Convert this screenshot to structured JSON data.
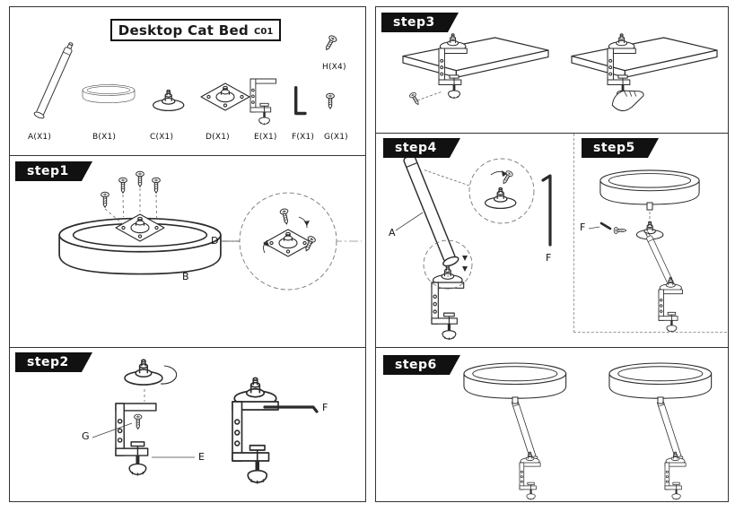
{
  "colors": {
    "ink": "#2b2b2b",
    "banner_bg": "#111111",
    "banner_text": "#ffffff"
  },
  "title": {
    "main": "Desktop Cat Bed",
    "model": "C01"
  },
  "parts": [
    {
      "label": "A(X1)"
    },
    {
      "label": "B(X1)"
    },
    {
      "label": "C(X1)"
    },
    {
      "label": "D(X1)"
    },
    {
      "label": "E(X1)"
    },
    {
      "label": "F(X1)"
    },
    {
      "label": "G(X1)"
    },
    {
      "label": "H(X4)"
    }
  ],
  "steps": {
    "step1": "step1",
    "step2": "step2",
    "step3": "step3",
    "step4": "step4",
    "step5": "step5",
    "step6": "step6"
  },
  "callouts": {
    "step1_b": "B",
    "step1_d": "D",
    "step2_g": "G",
    "step2_e": "E",
    "step2_f": "F",
    "step4_a": "A",
    "step4_f": "F",
    "step5_f": "F"
  }
}
